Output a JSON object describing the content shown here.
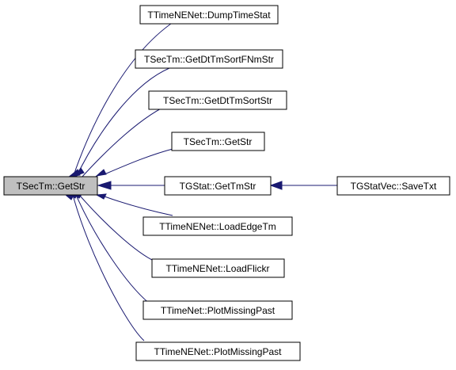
{
  "diagram": {
    "root": {
      "label": "TSecTm::GetStr",
      "fill": "#bfbfbf"
    },
    "callers": [
      {
        "label": "TTimeNENet::DumpTimeStat"
      },
      {
        "label": "TSecTm::GetDtTmSortFNmStr"
      },
      {
        "label": "TSecTm::GetDtTmSortStr"
      },
      {
        "label": "TSecTm::GetStr"
      },
      {
        "label": "TGStat::GetTmStr"
      },
      {
        "label": "TTimeNENet::LoadEdgeTm"
      },
      {
        "label": "TTimeNENet::LoadFlickr"
      },
      {
        "label": "TTimeNet::PlotMissingPast"
      },
      {
        "label": "TTimeNENet::PlotMissingPast"
      }
    ],
    "second_level": {
      "label": "TGStatVec::SaveTxt"
    },
    "edge_color": "#191970"
  }
}
